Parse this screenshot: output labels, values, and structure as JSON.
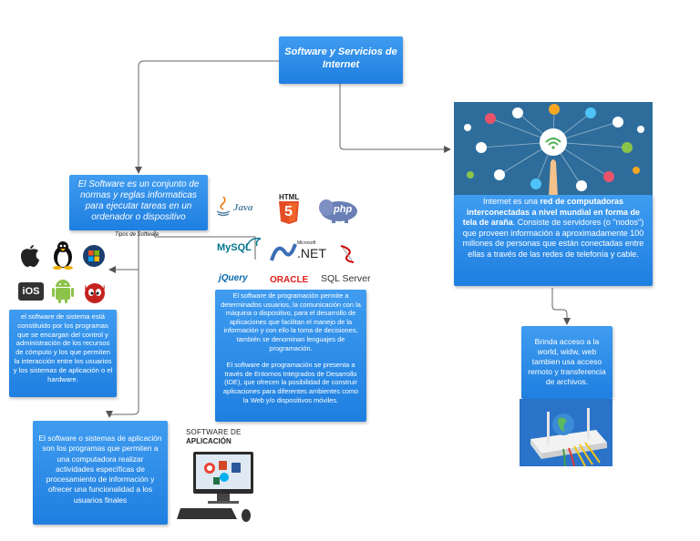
{
  "colors": {
    "box": "#2a87e6",
    "connector": "#555555"
  },
  "main_title": "Software y Servicios de Internet",
  "software_def": "El Software es un conjunto de normas y reglas informaticas para ejecutar tareas en un ordenador o dispositivo",
  "tipos_label": "Tipos de Software",
  "system_software": "el software de sistema está constituido por los programas que se encargan del control y administración de los recursos de cómputo y los que permiten la interacción entre los usuarios y los sistemas de aplicación o el hardware.",
  "app_software": "El software o sistemas de aplicación son los programas que permiten a una computadora realizar actividades específicas de procesamiento de información y ofrecer una funcionalidad a los usuarios finales",
  "app_image_caption": {
    "line1": "SOFTWARE DE",
    "line2": "APLICACIÓN"
  },
  "programming_software": {
    "p1": "El software de programación permite a determinados usuarios, la comunicación con la máquina o dispositivo, para el desarrollo de aplicaciones que facilitan el manejo de la información y con ello la toma de decisiones, también se denominan lenguajes de programación.",
    "p2": "El software de programación se presenta a través de Entornos Integrados de Desarrollo (IDE), que ofrecen la posibilidad de construir aplicaciones para diferentes ambientes como la Web y/o dispositivos móviles."
  },
  "prog_logos": {
    "java": "Java",
    "html5": "HTML",
    "html5_num": "5",
    "php": "php",
    "mysql": "MySQL",
    "microsoft": "Microsoft",
    "net": ".NET",
    "jquery": "jQuery",
    "oracle": "ORACLE",
    "sqlserver": "SQL Server"
  },
  "os_logos": {
    "ios": "iOS"
  },
  "internet": {
    "pre": "Internet es una ",
    "bold": "red de computadoras interconectadas a nivel mundial en forma de tela de araña",
    "post": ". Consiste de servidores (o \"nodos\") que proveen información a aproximadamente 100 millones de personas que están conectadas entre ellas a través de las redes de telefonía y cable."
  },
  "access": "Brinda acceso a la world, widw, web tambien usa acceso remoto y transferencia de archivos."
}
